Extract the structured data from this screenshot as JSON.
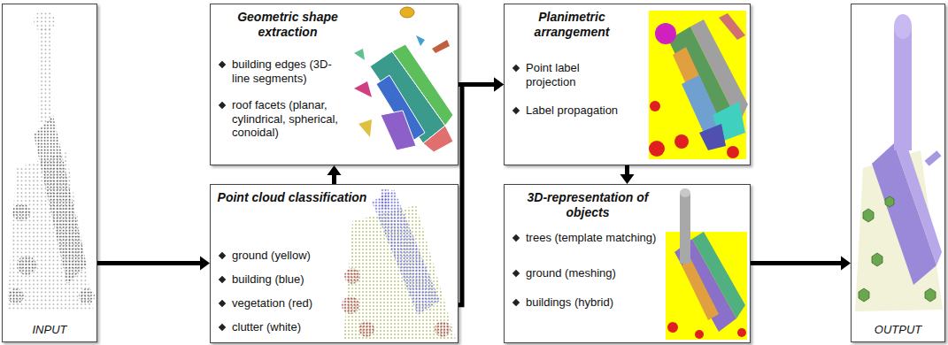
{
  "diagram": {
    "nodes": [
      {
        "text": [
          "INPUT"
        ]
      },
      {
        "text": [
          "Geometric shape extraction",
          "building edges (3D-line segments)",
          "roof facets (planar, cylindrical, spherical, conoidal)"
        ]
      },
      {
        "text": [
          "Point cloud classification",
          "ground (yellow)",
          "building (blue)",
          "vegetation (red)",
          "clutter (white)"
        ]
      },
      {
        "text": [
          "Planimetric arrangement",
          "Point label projection",
          "Label propagation"
        ]
      },
      {
        "text": [
          "3D-representation of objects",
          "trees (template matching)",
          "ground (meshing)",
          "buildings (hybrid)"
        ]
      },
      {
        "text": [
          "OUTPUT"
        ]
      }
    ],
    "edges": [
      {
        "from": 0,
        "to": 2,
        "arrow": "to"
      },
      {
        "from": 2,
        "to": 1,
        "arrow": "to"
      },
      {
        "from": 2,
        "to": 3,
        "arrow": "to"
      },
      {
        "from": 1,
        "to": 3,
        "arrow": "to"
      },
      {
        "from": 3,
        "to": 4,
        "arrow": "to"
      },
      {
        "from": 4,
        "to": 5,
        "arrow": "to"
      }
    ]
  }
}
